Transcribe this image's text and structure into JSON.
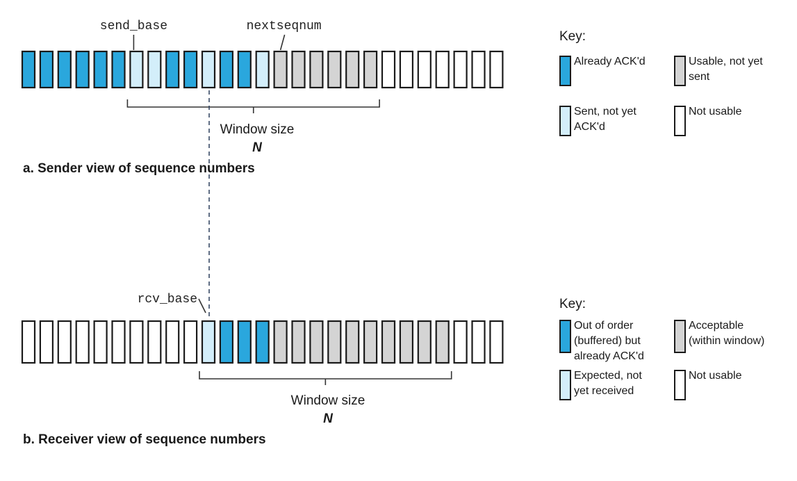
{
  "colors": {
    "acked": "#2aa7dd",
    "sent_not_acked": "#d3eefa",
    "usable": "#d4d4d4",
    "not_usable": "#ffffff",
    "outline": "#1a1a1a"
  },
  "sender": {
    "send_base_label": "send_base",
    "nextseqnum_label": "nextseqnum",
    "window_size_label": "Window size",
    "window_n": "N",
    "caption": "a. Sender view of sequence numbers",
    "cells": [
      "acked",
      "acked",
      "acked",
      "acked",
      "acked",
      "acked",
      "sent",
      "sent",
      "acked",
      "acked",
      "sent",
      "acked",
      "acked",
      "sent",
      "usable",
      "usable",
      "usable",
      "usable",
      "usable",
      "usable",
      "none",
      "none",
      "none",
      "none",
      "none",
      "none",
      "none"
    ],
    "send_base_index": 6,
    "nextseqnum_index": 14,
    "window_start_index": 6,
    "window_length": 14,
    "key": {
      "title": "Key:",
      "items": [
        {
          "type": "acked",
          "text": "Already ACK'd"
        },
        {
          "type": "usable",
          "text": "Usable, not yet sent"
        },
        {
          "type": "sent",
          "text": "Sent, not yet ACK'd"
        },
        {
          "type": "none",
          "text": "Not usable"
        }
      ]
    }
  },
  "receiver": {
    "rcv_base_label": "rcv_base",
    "window_size_label": "Window size",
    "window_n": "N",
    "caption": "b. Receiver view of sequence numbers",
    "cells": [
      "none",
      "none",
      "none",
      "none",
      "none",
      "none",
      "none",
      "none",
      "none",
      "none",
      "sent",
      "acked",
      "acked",
      "acked",
      "usable",
      "usable",
      "usable",
      "usable",
      "usable",
      "usable",
      "usable",
      "usable",
      "usable",
      "usable",
      "none",
      "none",
      "none"
    ],
    "rcv_base_index": 10,
    "window_start_index": 10,
    "window_length": 14,
    "key": {
      "title": "Key:",
      "items": [
        {
          "type": "acked",
          "text": "Out of order (buffered) but already ACK'd"
        },
        {
          "type": "usable",
          "text": "Acceptable (within window)"
        },
        {
          "type": "sent",
          "text": "Expected, not yet received"
        },
        {
          "type": "none",
          "text": "Not usable"
        }
      ]
    }
  }
}
